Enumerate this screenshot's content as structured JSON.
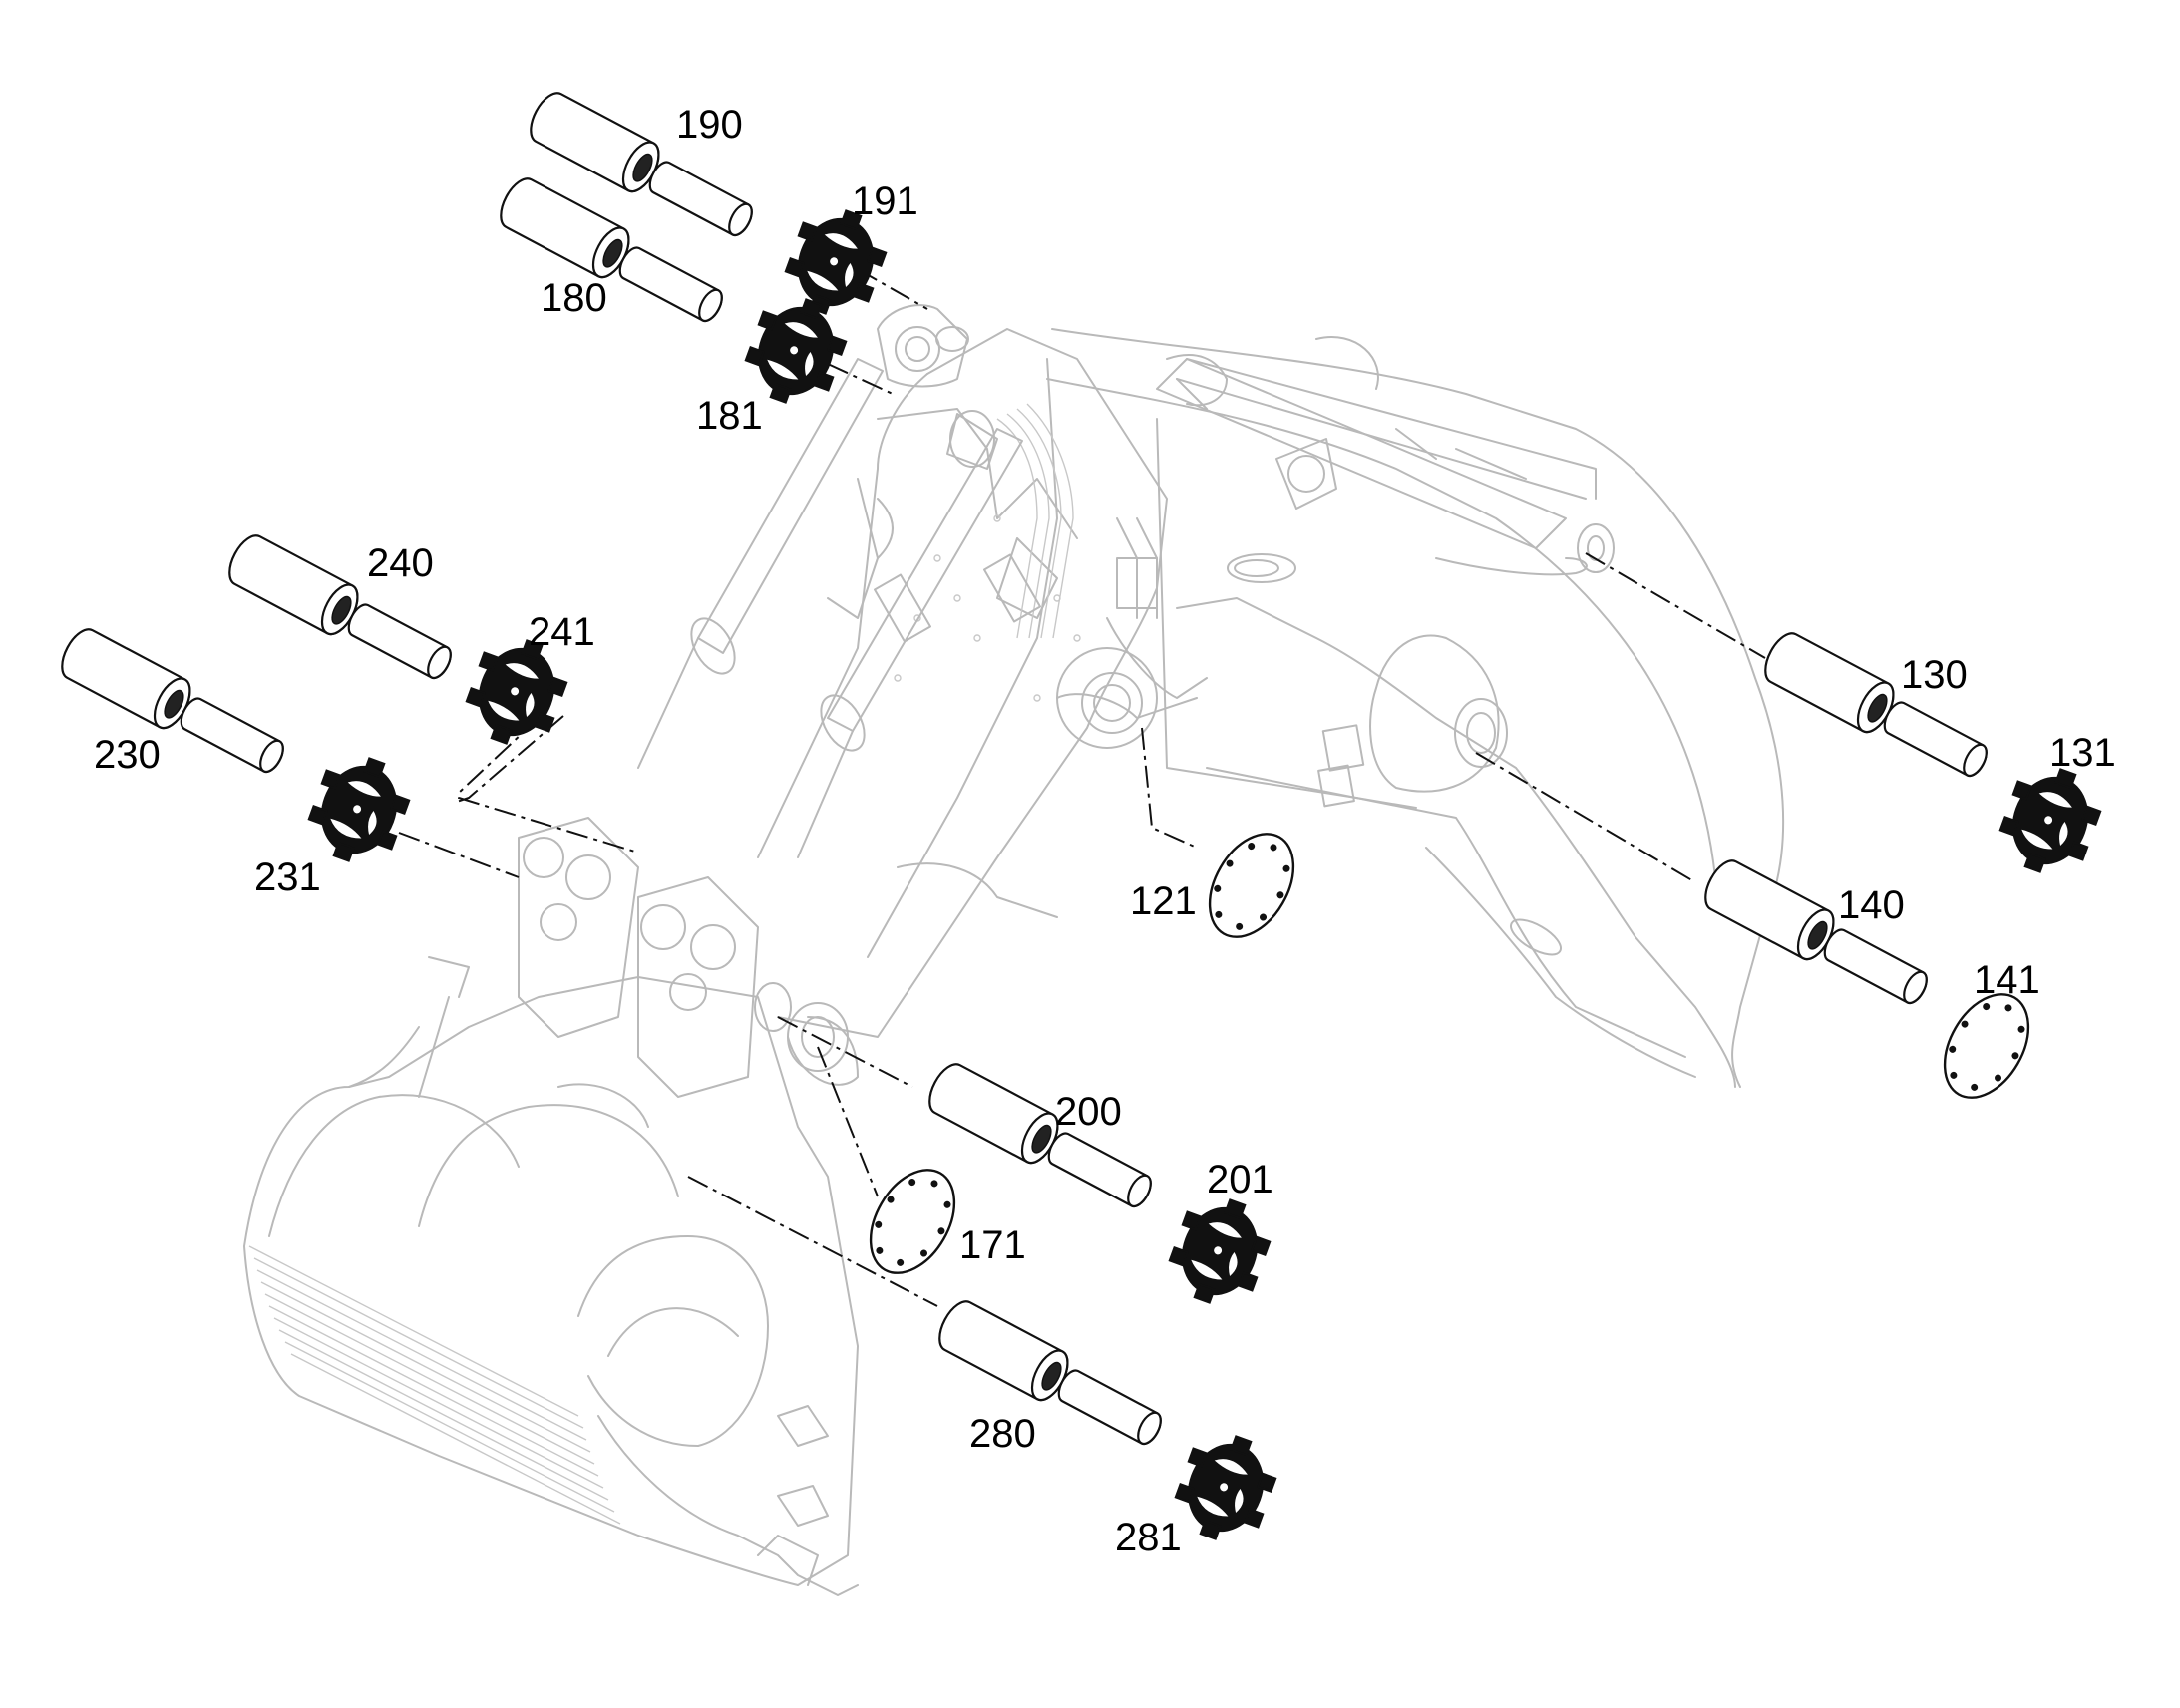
{
  "diagram": {
    "callouts": {
      "c190": "190",
      "c191": "191",
      "c180": "180",
      "c181": "181",
      "c240": "240",
      "c241": "241",
      "c230": "230",
      "c231": "231",
      "c130": "130",
      "c131": "131",
      "c121": "121",
      "c140": "140",
      "c141": "141",
      "c200": "200",
      "c201": "201",
      "c171": "171",
      "c280": "280",
      "c281": "281"
    },
    "parts": [
      {
        "callout": "190",
        "kind": "bushing-and-pin"
      },
      {
        "callout": "191",
        "kind": "cap"
      },
      {
        "callout": "180",
        "kind": "bushing-and-pin"
      },
      {
        "callout": "181",
        "kind": "cap"
      },
      {
        "callout": "240",
        "kind": "bushing-and-pin"
      },
      {
        "callout": "241",
        "kind": "cap"
      },
      {
        "callout": "230",
        "kind": "bushing-and-pin"
      },
      {
        "callout": "231",
        "kind": "cap"
      },
      {
        "callout": "130",
        "kind": "bushing-and-pin"
      },
      {
        "callout": "131",
        "kind": "cap"
      },
      {
        "callout": "121",
        "kind": "bolted-plate"
      },
      {
        "callout": "140",
        "kind": "bushing-and-pin"
      },
      {
        "callout": "141",
        "kind": "bolted-plate"
      },
      {
        "callout": "200",
        "kind": "bushing-and-pin"
      },
      {
        "callout": "201",
        "kind": "cap"
      },
      {
        "callout": "171",
        "kind": "bolted-plate"
      },
      {
        "callout": "280",
        "kind": "bushing-and-pin"
      },
      {
        "callout": "281",
        "kind": "cap"
      }
    ],
    "colors": {
      "line": "#111111",
      "background_outline": "#b9b9b9",
      "background": "#ffffff"
    }
  }
}
